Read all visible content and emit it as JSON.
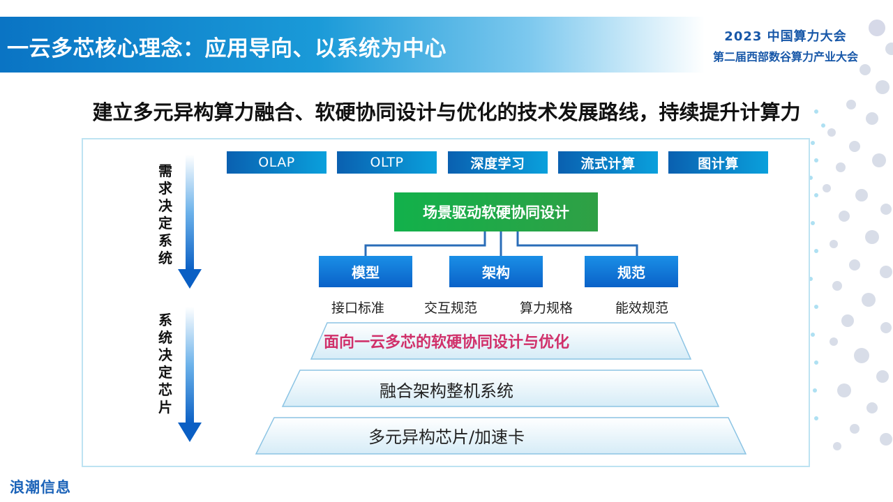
{
  "banner": {
    "title": "一云多芯核心理念：应用导向、以系统为中心"
  },
  "conference": {
    "line1": "2023 中国算力大会",
    "line2": "第二届西部数谷算力产业大会"
  },
  "headline": "建立多元异构算力融合、软硬协同设计与优化的技术发展路线，持续提升计算力",
  "side_labels": {
    "top": "需求决定系统",
    "bottom": "系统决定芯片"
  },
  "workloads": [
    "OLAP",
    "OLTP",
    "深度学习",
    "流式计算",
    "图计算"
  ],
  "scenario": "场景驱动软硬协同设计",
  "pillars": [
    "模型",
    "架构",
    "规范"
  ],
  "standards": [
    "接口标准",
    "交互规范",
    "算力规格",
    "能效规范"
  ],
  "layers": {
    "top": "面向一云多芯的软硬协同设计与优化",
    "middle": "融合架构整机系统",
    "bottom": "多元异构芯片/加速卡"
  },
  "logo": "浪潮信息",
  "colors": {
    "banner": "#0a74c4",
    "scenario_green": "#12b14b",
    "pillar_blue": "#0a62c8",
    "highlight_pink": "#d0306a"
  }
}
